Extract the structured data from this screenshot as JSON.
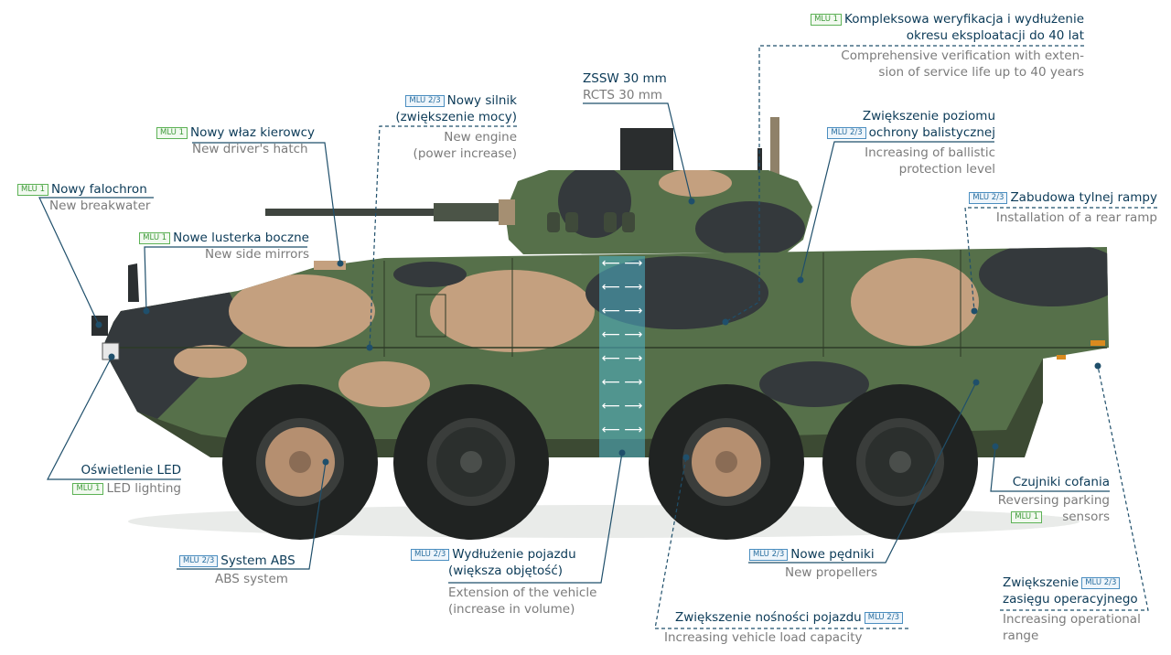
{
  "colors": {
    "label_polish": "#0b3a57",
    "label_english": "#7b7b7b",
    "leader_line": "#1f4f6b",
    "mlu1_tag": "#3f9a3a",
    "mlu23_tag": "#2a6fa0",
    "camo_green": "#56704a",
    "camo_tan": "#c4a07f",
    "camo_dark": "#34393c",
    "extension_band": "#4fb4c8"
  },
  "tags": {
    "mlu1": "MLU 1",
    "mlu23": "MLU 2/3"
  },
  "labels": {
    "weryfikacja": {
      "pl1": "Kompleksowa weryfikacja i wydłużenie",
      "pl2": "okresu eksploatacji do 40 lat",
      "en1": "Comprehensive verification with exten-",
      "en2": "sion of service life up to 40 years"
    },
    "zssw": {
      "pl": "ZSSW 30 mm",
      "en": "RCTS 30 mm"
    },
    "silnik": {
      "pl1": "Nowy silnik",
      "pl2": "(zwiększenie mocy)",
      "en1": "New engine",
      "en2": "(power increase)"
    },
    "wlaz": {
      "pl": "Nowy właz kierowcy",
      "en": "New driver's hatch"
    },
    "falochron": {
      "pl": "Nowy falochron",
      "en": "New breakwater"
    },
    "lusterka": {
      "pl": "Nowe lusterka boczne",
      "en": "New side mirrors"
    },
    "ochrona": {
      "pl1": "Zwiększenie poziomu",
      "pl2": "ochrony balistycznej",
      "en1": "Increasing of ballistic",
      "en2": "protection level"
    },
    "rampa": {
      "pl": "Zabudowa tylnej rampy",
      "en": "Installation of a rear ramp"
    },
    "led": {
      "pl": "Oświetlenie LED",
      "en": "LED lighting"
    },
    "czujniki": {
      "pl": "Czujniki cofania",
      "en1": "Reversing parking",
      "en2": "sensors"
    },
    "abs": {
      "pl": "System ABS",
      "en": "ABS system"
    },
    "wydluzenie": {
      "pl1": "Wydłużenie pojazdu",
      "pl2": "(większa objętość)",
      "en1": "Extension of the vehicle",
      "en2": "(increase in volume)"
    },
    "pedniki": {
      "pl": "Nowe pędniki",
      "en": "New propellers"
    },
    "zasieg": {
      "pl1": "Zwiększenie",
      "pl2": "zasięgu operacyjnego",
      "en1": "Increasing operational",
      "en2": "range"
    },
    "nosnosc": {
      "pl": "Zwiększenie nośności pojazdu",
      "en": "Increasing vehicle load capacity"
    }
  }
}
